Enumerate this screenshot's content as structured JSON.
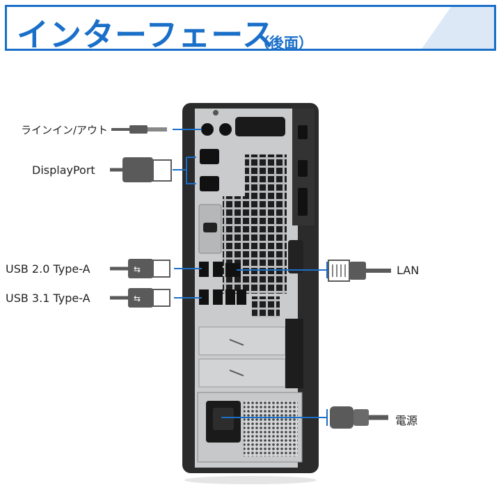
{
  "header": {
    "title": "インターフェース",
    "subtitle": "（後面）"
  },
  "ports": {
    "line_in_out": "ラインイン/アウト",
    "displayport": "DisplayPort",
    "usb20": "USB 2.0 Type-A",
    "usb31": "USB 3.1 Type-A",
    "lan": "LAN",
    "power": "電源"
  },
  "colors": {
    "accent": "#1a6fc9",
    "connector": "#5a5a5a",
    "chassis": "#2b2b2b",
    "panel": "#c9cbcd"
  }
}
